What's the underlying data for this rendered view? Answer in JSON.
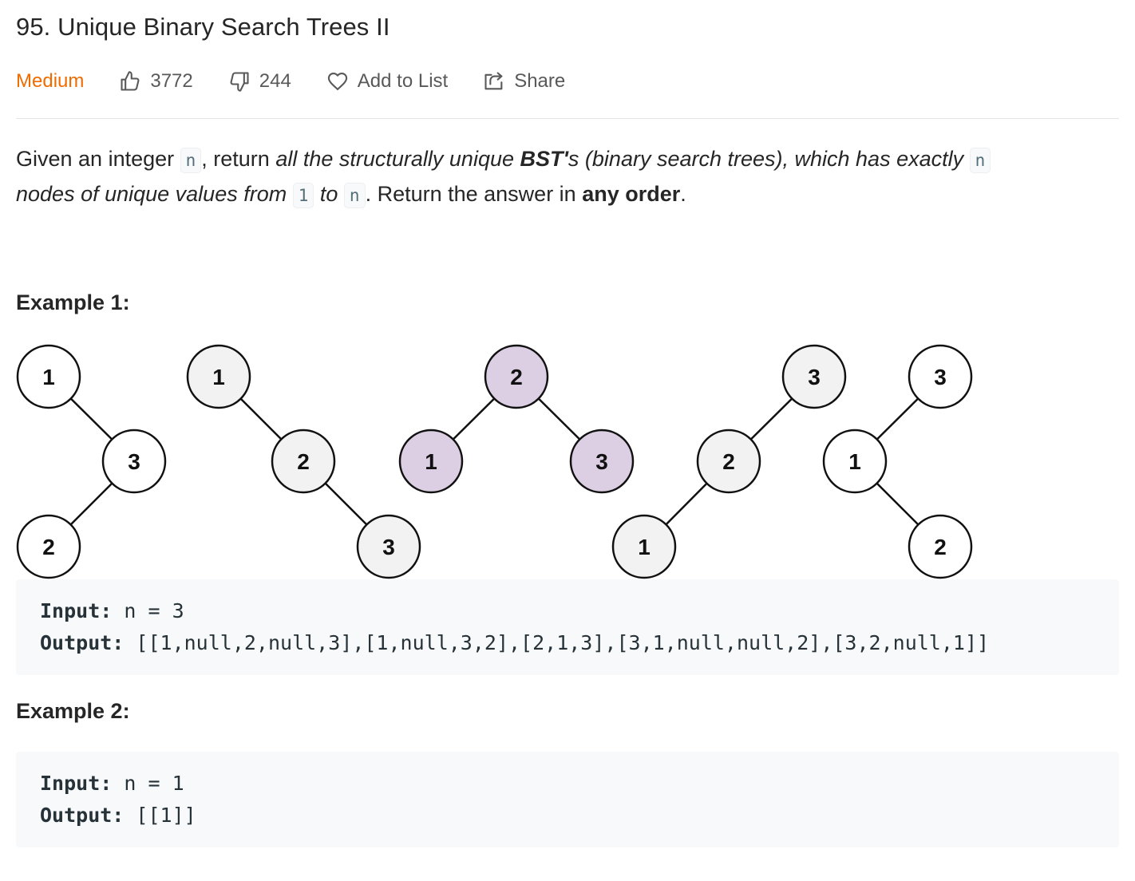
{
  "problem": {
    "title": "95. Unique Binary Search Trees II",
    "difficulty": "Medium",
    "likes": "3772",
    "dislikes": "244",
    "add_to_list_label": "Add to List",
    "share_label": "Share"
  },
  "colors": {
    "difficulty": "#ef6c00",
    "node_white": "#ffffff",
    "node_gray": "#f2f2f2",
    "node_purple": "#dccfe3"
  },
  "description": {
    "t1": "Given an integer ",
    "c1": "n",
    "t2": ", return ",
    "em1": "all the structurally unique ",
    "strong_em": "BST'",
    "em2": "s (binary search trees), which has exactly ",
    "c2": "n",
    "em3": "nodes of unique values from ",
    "c3": "1",
    "em4": " to ",
    "c4": "n",
    "t3": ". Return the answer in ",
    "strong": "any order",
    "t4": "."
  },
  "examples": [
    {
      "title": "Example 1:",
      "input_label": "Input:",
      "input_value": " n = 3",
      "output_label": "Output:",
      "output_value": " [[1,null,2,null,3],[1,null,3,2],[2,1,3],[3,1,null,null,2],[3,2,null,1]]"
    },
    {
      "title": "Example 2:",
      "input_label": "Input:",
      "input_value": " n = 1",
      "output_label": "Output:",
      "output_value": " [[1]]"
    }
  ],
  "figure": {
    "trees": [
      {
        "fill": "white",
        "nodes": [
          "1",
          "3",
          "2"
        ]
      },
      {
        "fill": "gray",
        "nodes": [
          "1",
          "2",
          "3"
        ]
      },
      {
        "fill": "purple",
        "nodes": [
          "2",
          "1",
          "3"
        ]
      },
      {
        "fill": "gray",
        "nodes": [
          "3",
          "2",
          "1"
        ]
      },
      {
        "fill": "white",
        "nodes": [
          "3",
          "1",
          "2"
        ]
      }
    ]
  }
}
